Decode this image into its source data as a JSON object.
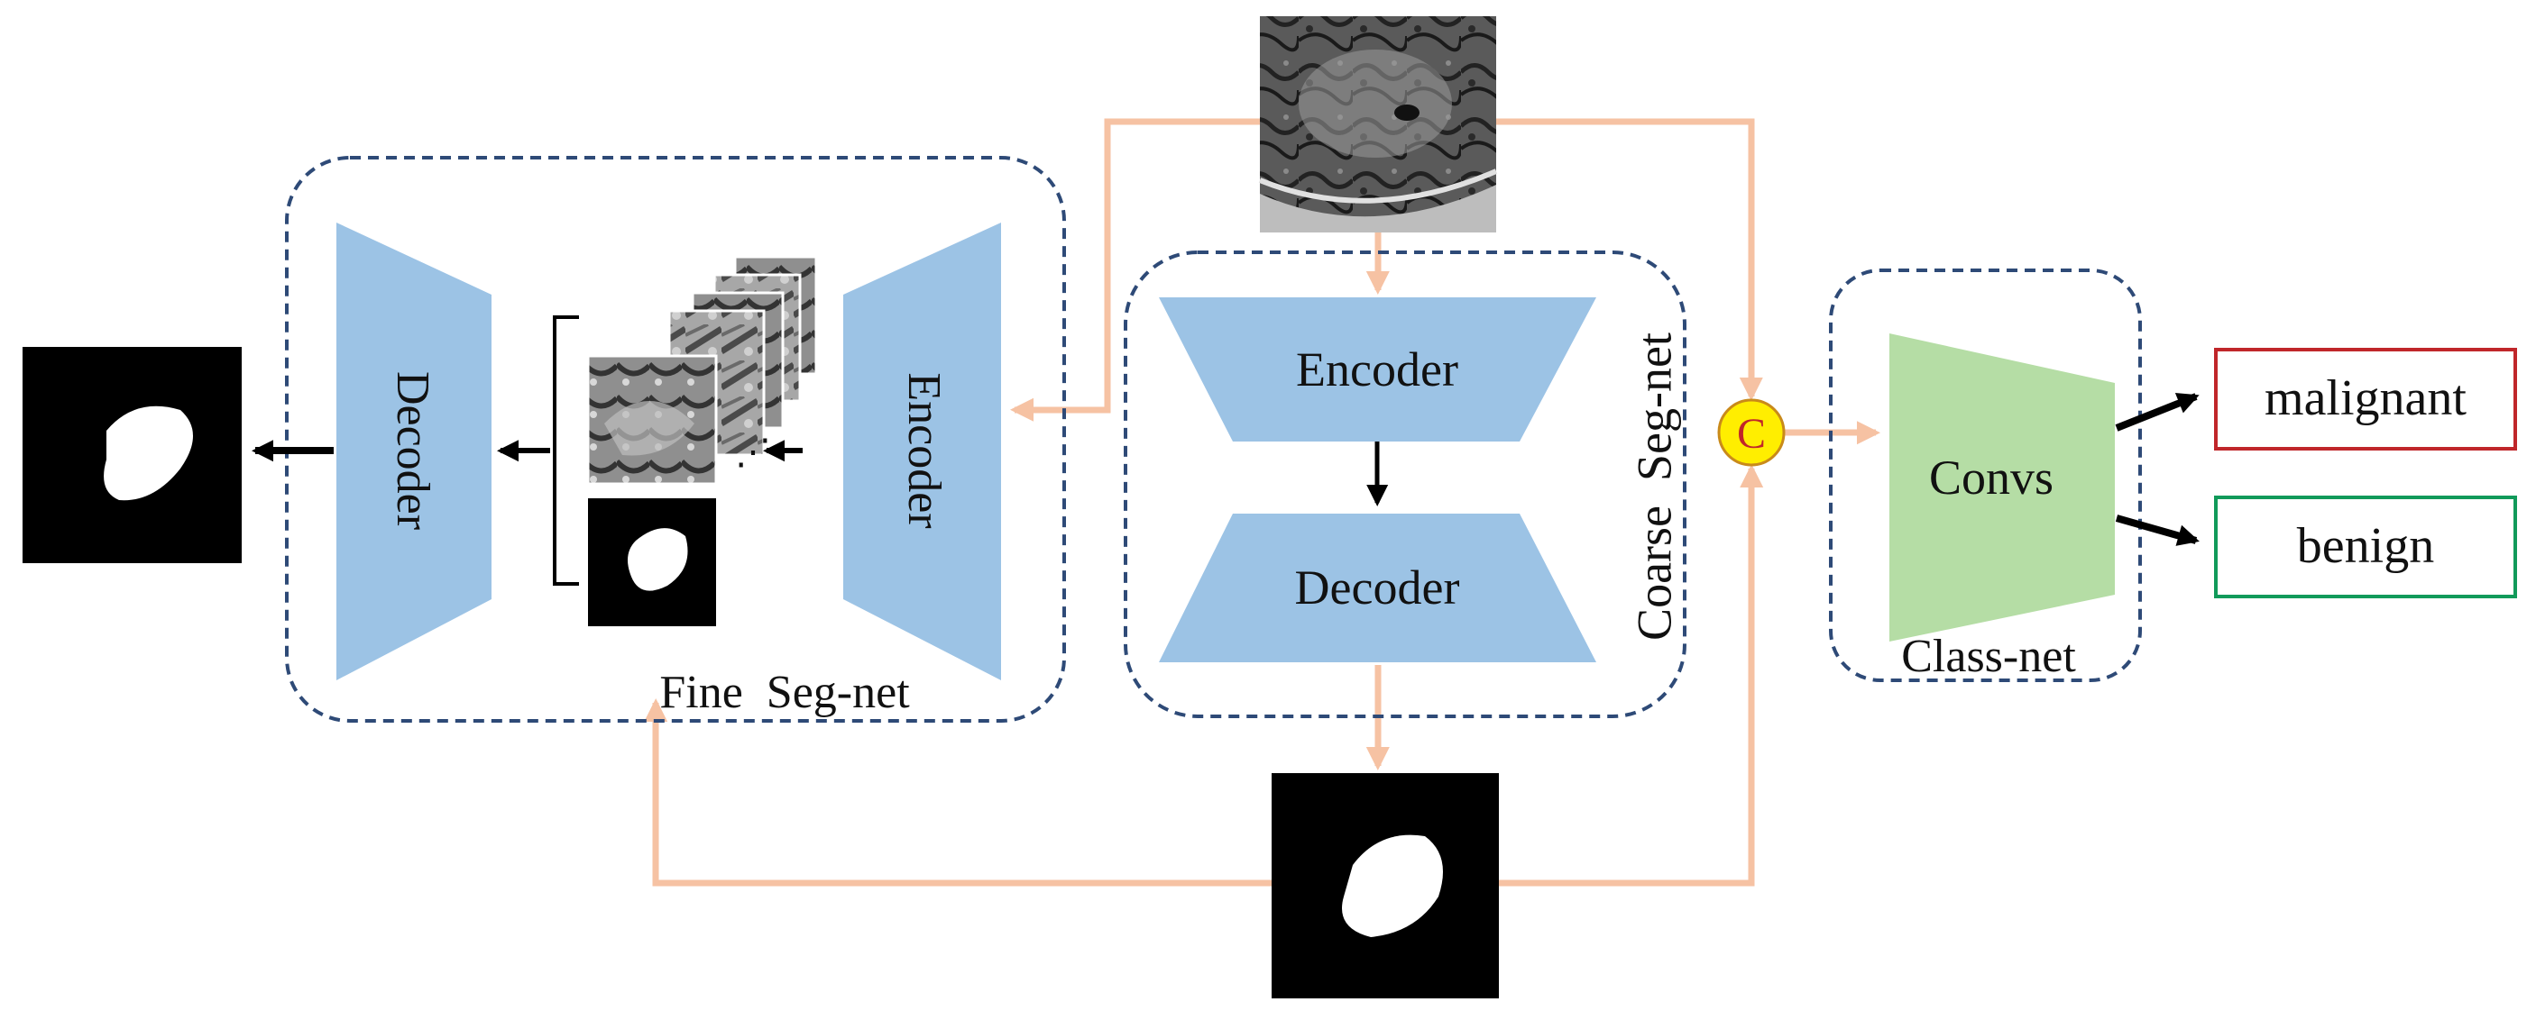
{
  "modules": {
    "coarse_encoder": "Encoder",
    "coarse_decoder": "Decoder",
    "coarse_title": "Coarse  Seg-net",
    "fine_encoder": "Encoder",
    "fine_decoder": "Decoder",
    "fine_title": "Fine  Seg-net",
    "convs": "Convs",
    "class_title": "Class-net",
    "concat": "C"
  },
  "outputs": {
    "malignant": "malignant",
    "benign": "benign"
  },
  "colors": {
    "module_blue": "#9cc3e5",
    "convs_green": "#b5dda5",
    "arrow_salmon": "#f6c2a3",
    "concat_yellow": "#ffee00",
    "malignant_border": "#c0262a",
    "benign_border": "#119a5a",
    "dashed_border": "#2e4a77"
  }
}
